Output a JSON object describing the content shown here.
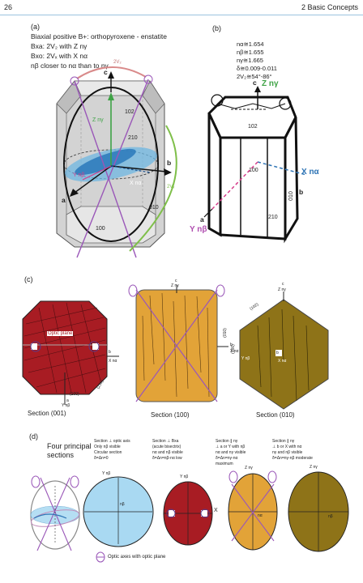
{
  "header": {
    "page_number": "26",
    "section": "2   Basic Concepts"
  },
  "panel_a": {
    "label": "(a)",
    "lines": [
      "Biaxial positive B+: orthopyroxene - enstatite",
      "Bxa: 2V₂ with  Z nγ",
      "Bxo: 2Vₓ with  X nα",
      "nβ closer to nα than to nγ"
    ],
    "diagram_labels": {
      "c": "c",
      "b": "b",
      "a": "a",
      "z_n": "Z nγ",
      "y_n": "Y nβ",
      "x_n": "X nα",
      "two_vz": "2V₂",
      "two_vx": "2Vₓ",
      "f102": "102",
      "f210": "210",
      "f010": "010",
      "f100": "100"
    }
  },
  "panel_b": {
    "label": "(b)",
    "constants": [
      "nα≅1.654",
      "nβ≅1.655",
      "nγ≅1.665",
      "δ≅0.009-0.011",
      "2V₂≅54°-86°"
    ],
    "diagram_labels": {
      "c": "c",
      "z_n": "Z nγ",
      "x_n": "X nα",
      "b": "b",
      "a": "a",
      "y_n": "Y nβ",
      "f102": "102",
      "f100": "100",
      "f010": "010",
      "f210": "210"
    }
  },
  "panel_c": {
    "label": "(c)",
    "sections": [
      "Section (001)",
      "Section (100)",
      "Section (010)"
    ],
    "s1": {
      "optic_plane": "Optic plane",
      "b": "b",
      "x": "X nα",
      "a": "a",
      "y": "Y  nβ",
      "f100": "(100)",
      "f210": "(210)"
    },
    "s2": {
      "c": "c",
      "z": "Z nγ",
      "b": "b",
      "x": "X nα",
      "f010": "(010)"
    },
    "s3": {
      "c": "c",
      "z": "Z nγ",
      "b": "b",
      "x": "X  nα",
      "y": "Y nβ",
      "f102": "(102)",
      "f100": "(100)"
    }
  },
  "panel_d": {
    "label": "(d)",
    "title": [
      "Four principal",
      "sections"
    ],
    "columns": [
      [
        "Section ⊥ optic axis",
        "Only nβ visible",
        "Circular section",
        "δ=Δn=0"
      ],
      [
        "Section ⊥ Bxa",
        "(acute bisectrix)",
        "nα and nβ visible",
        "δ=Δn=nβ-nα low"
      ],
      [
        "Section ∥ nγ",
        "⊥ a or Y with nβ",
        "nα and nγ visible",
        "δ=Δn=nγ-nα",
        "maximum"
      ],
      [
        "Section ∥ nγ",
        "⊥ b or X with nα",
        "nγ and nβ visible",
        "δ=Δn=nγ-nβ moderate"
      ]
    ],
    "ellipse_labels": {
      "e1_top": "Y nβ",
      "e1_mid": "nβ",
      "e2_top": "Y nβ",
      "e2_x": "X",
      "e3_top": "Z nγ",
      "e3_mid": "nα",
      "e4_top": "Z nγ",
      "e4_mid": "nβ"
    },
    "legend": "Optic axes with optic plane"
  },
  "colors": {
    "ruby": "#a81c23",
    "ochre": "#e2a338",
    "olive": "#8e7318",
    "sky": "#a9d9f2",
    "violet": "#9a57b8",
    "green": "#7fbf4a",
    "blue": "#2e74b5"
  }
}
